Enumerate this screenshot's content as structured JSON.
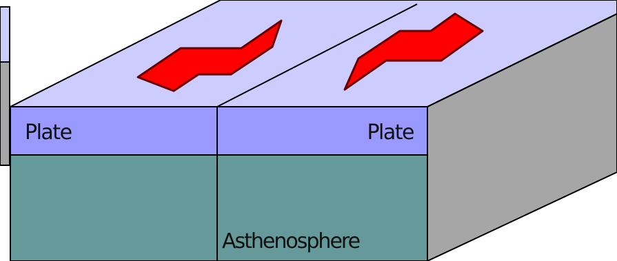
{
  "labels": {
    "plate_left": "Plate",
    "plate_right": "Plate",
    "asthenosphere": "Asthenosphere"
  },
  "colors": {
    "top_surface": "#ccccff",
    "plate_front": "#9999ff",
    "asthenosphere": "#669999",
    "side_face": "#a6a6a6",
    "arrow": "#ff0000",
    "outline": "#000000"
  },
  "arrows": [
    {
      "name": "left-plate-motion-arrow",
      "direction": "right"
    },
    {
      "name": "right-plate-motion-arrow",
      "direction": "left"
    }
  ]
}
